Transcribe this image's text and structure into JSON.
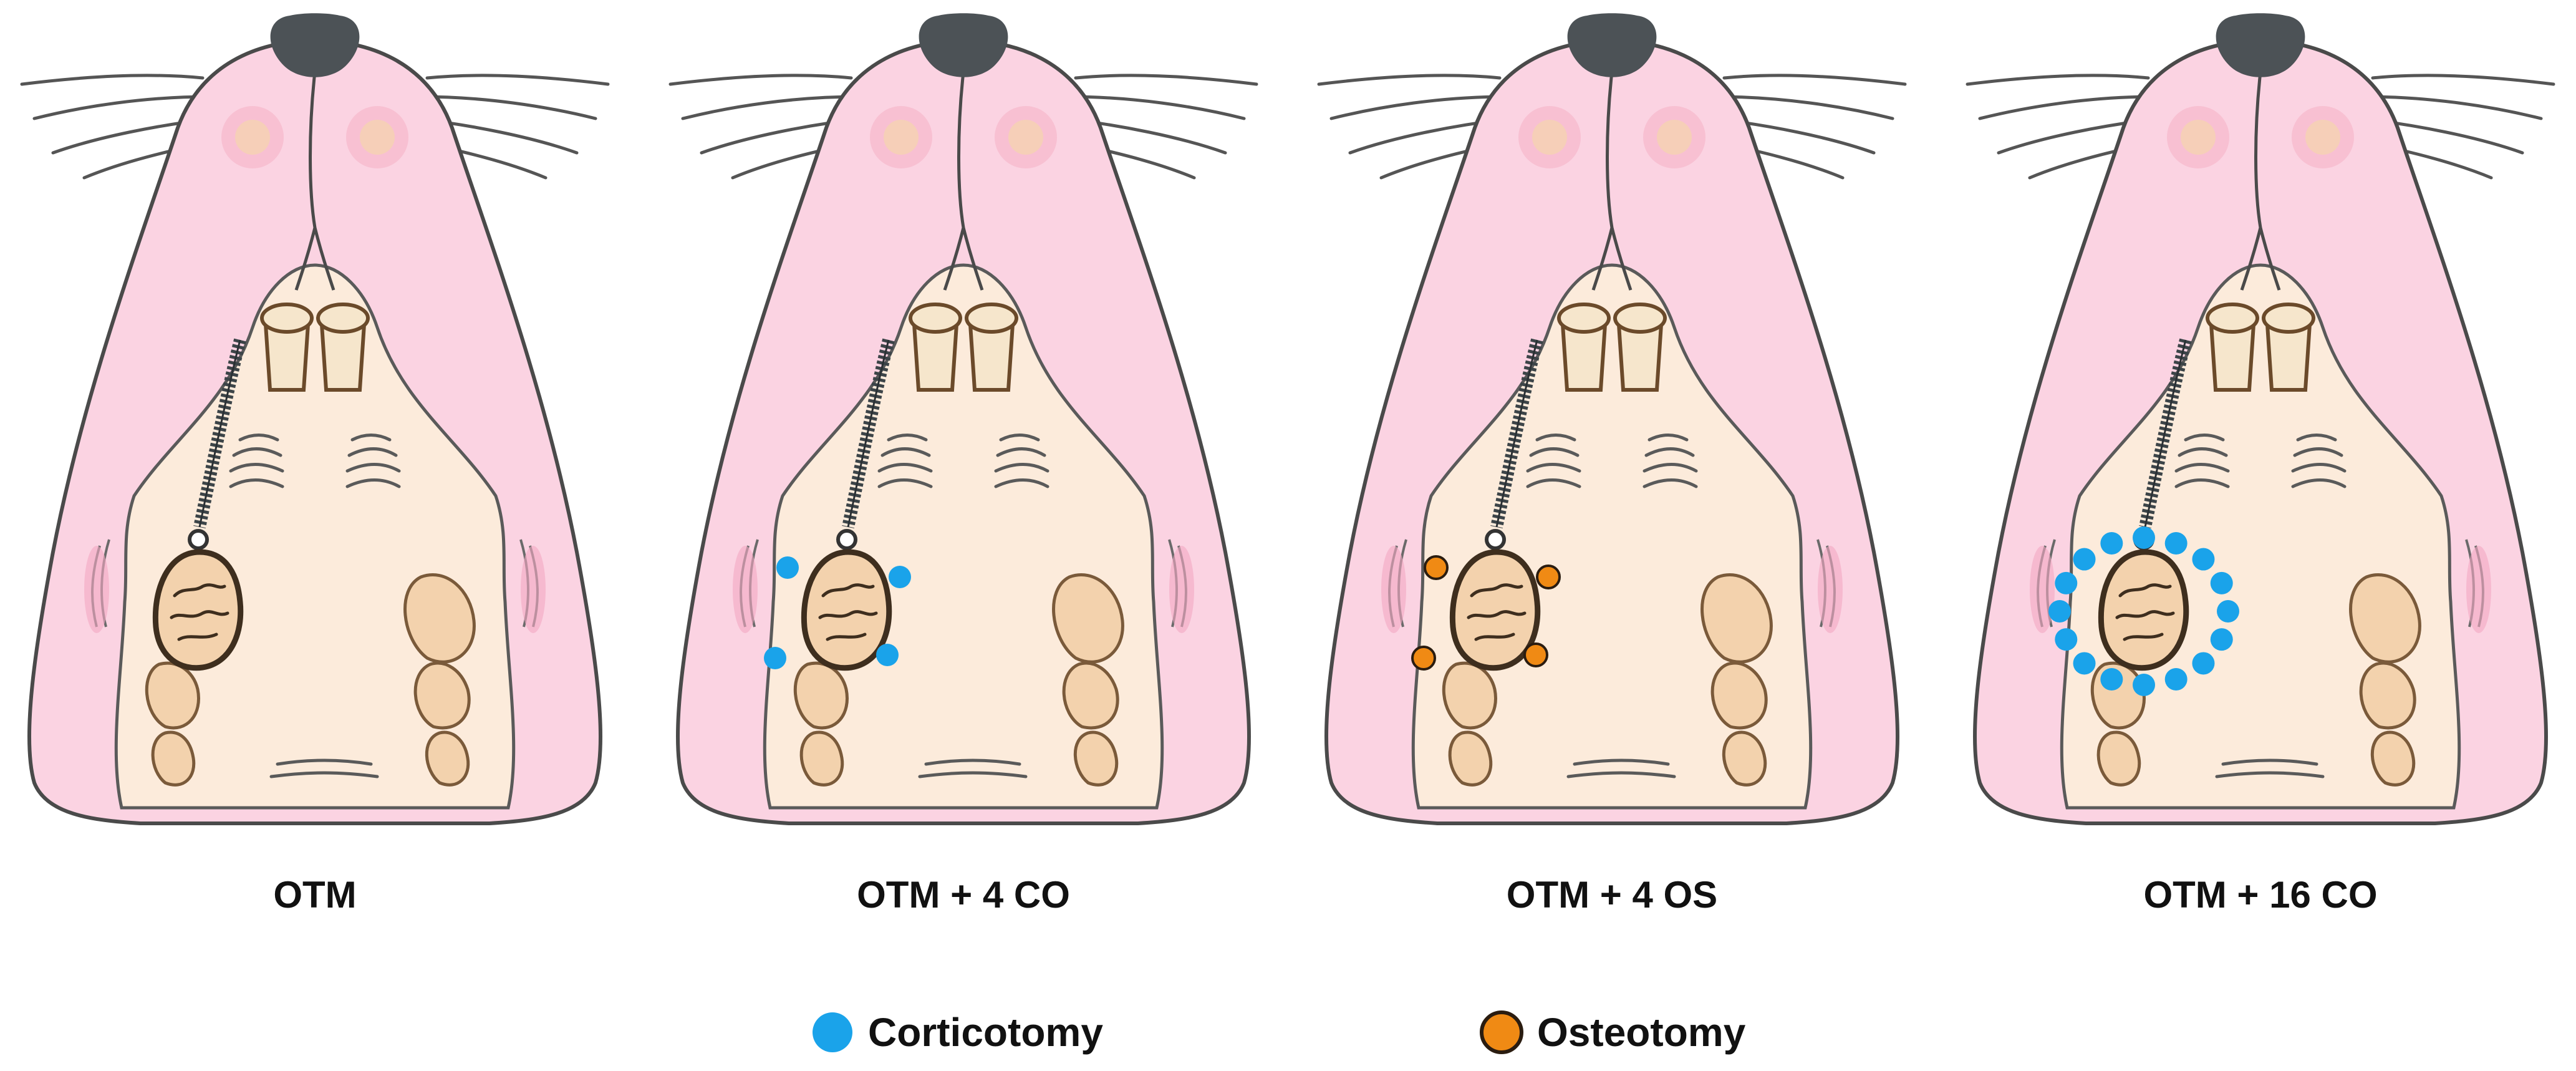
{
  "panels": [
    {
      "label": "OTM",
      "hole_type": "none",
      "hole_count": 0
    },
    {
      "label": "OTM + 4 CO",
      "hole_type": "corticotomy",
      "hole_count": 4
    },
    {
      "label": "OTM + 4 OS",
      "hole_type": "osteotomy",
      "hole_count": 4
    },
    {
      "label": "OTM + 16 CO",
      "hole_type": "corticotomy",
      "hole_count": 16
    }
  ],
  "legend": [
    {
      "key": "corticotomy",
      "label": "Corticotomy",
      "color": "#1aa3ea",
      "stroke": "none"
    },
    {
      "key": "osteotomy",
      "label": "Osteotomy",
      "color": "#f08a14",
      "stroke": "#2a1c10"
    }
  ],
  "colors": {
    "gum": "#fbd3e2",
    "gum_edge": "#4a4a4a",
    "palate": "#fcebdb",
    "nose": "#4c5256",
    "tooth": "#f3d2ad",
    "tooth_edge": "#7a5a3a",
    "spring": "#3c4448",
    "incisor": "#f6e6cc"
  }
}
